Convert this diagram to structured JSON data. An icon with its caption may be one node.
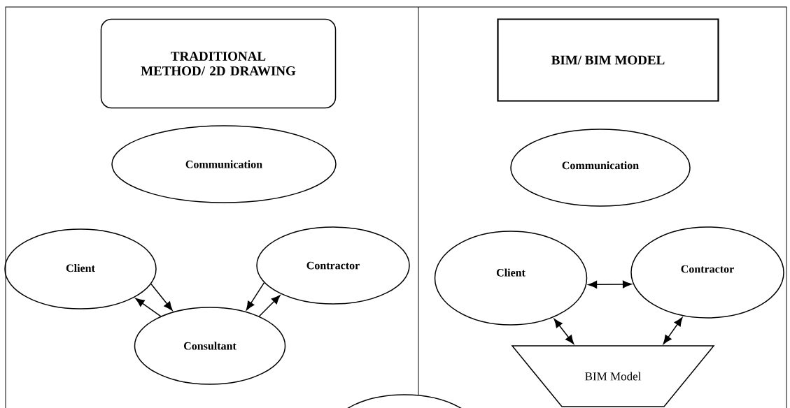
{
  "diagram": {
    "nodes": [
      {
        "text": [
          "TRADITIONAL METHOD/ 2D DRAWING"
        ]
      },
      {
        "text": [
          "BIM/ BIM MODEL"
        ]
      },
      {
        "text": [
          "Communication"
        ]
      },
      {
        "text": [
          "Communication"
        ]
      },
      {
        "text": [
          "Client"
        ]
      },
      {
        "text": [
          "Contractor"
        ]
      },
      {
        "text": [
          "Client"
        ]
      },
      {
        "text": [
          "Contractor"
        ]
      },
      {
        "text": [
          "Consultant"
        ]
      },
      {
        "text": [
          "BIM Model"
        ]
      },
      {
        "text": [],
        "shape": "ellipse"
      }
    ],
    "edges": [
      {
        "from": 4,
        "to": 8,
        "arrow": "to"
      },
      {
        "from": 8,
        "to": 4,
        "arrow": "to"
      },
      {
        "from": 5,
        "to": 8,
        "arrow": "to"
      },
      {
        "from": 8,
        "to": 5,
        "arrow": "to"
      },
      {
        "from": 6,
        "to": 7,
        "arrow": "both"
      },
      {
        "from": 6,
        "to": 9,
        "arrow": "both"
      },
      {
        "from": 7,
        "to": 9,
        "arrow": "both"
      }
    ]
  }
}
